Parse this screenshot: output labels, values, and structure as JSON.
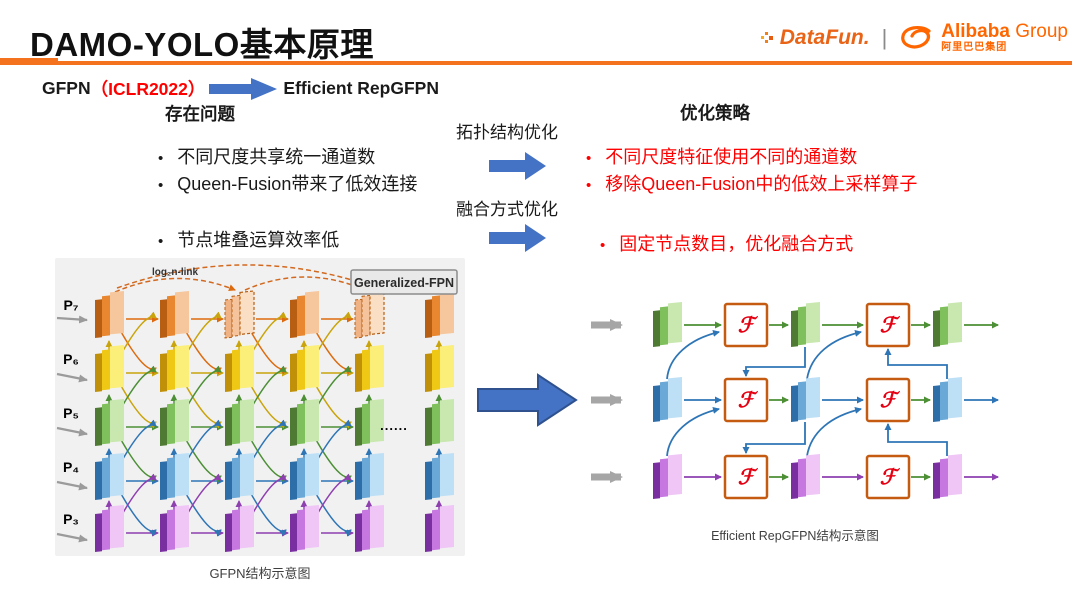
{
  "header": {
    "title": "DAMO-YOLO基本原理",
    "datafun_logo": "DataFun.",
    "logo_separator": "|",
    "alibaba_name": "Alibaba",
    "alibaba_group": "Group",
    "alibaba_sub": "阿里巴巴集团"
  },
  "flow": {
    "gfpn": "GFPN",
    "iclr": "（ICLR2022）",
    "efficient": "Efficient RepGFPN",
    "problems_title": "存在问题",
    "strategies_title": "优化策略",
    "arrow1_label": "拓扑结构优化",
    "arrow2_label": "融合方式优化",
    "problems": [
      "不同尺度共享统一通道数",
      "Queen-Fusion带来了低效连接",
      "节点堆叠运算效率低"
    ],
    "strategies": [
      "不同尺度特征使用不同的通道数",
      "移除Queen-Fusion中的低效上采样算子",
      "固定节点数目，优化融合方式"
    ]
  },
  "gfpn_figure": {
    "log_link_label": "log₂n-link",
    "generalized_fpn_label": "Generalized-FPN",
    "row_labels": [
      "P₇",
      "P₆",
      "P₅",
      "P₄",
      "P₃"
    ],
    "ellipsis": "......",
    "caption": "GFPN结构示意图"
  },
  "repgfpn_figure": {
    "f_symbol": "ℱ",
    "caption": "Efficient RepGFPN结构示意图"
  },
  "colors": {
    "accent_line": "#F4711D",
    "highlight_red": "#FF0000",
    "arrow_blue": "#4472C4",
    "f_box_border": "#C55A11",
    "f_symbol_red": "#E50012",
    "figure_bg": "#F1F1F2"
  }
}
